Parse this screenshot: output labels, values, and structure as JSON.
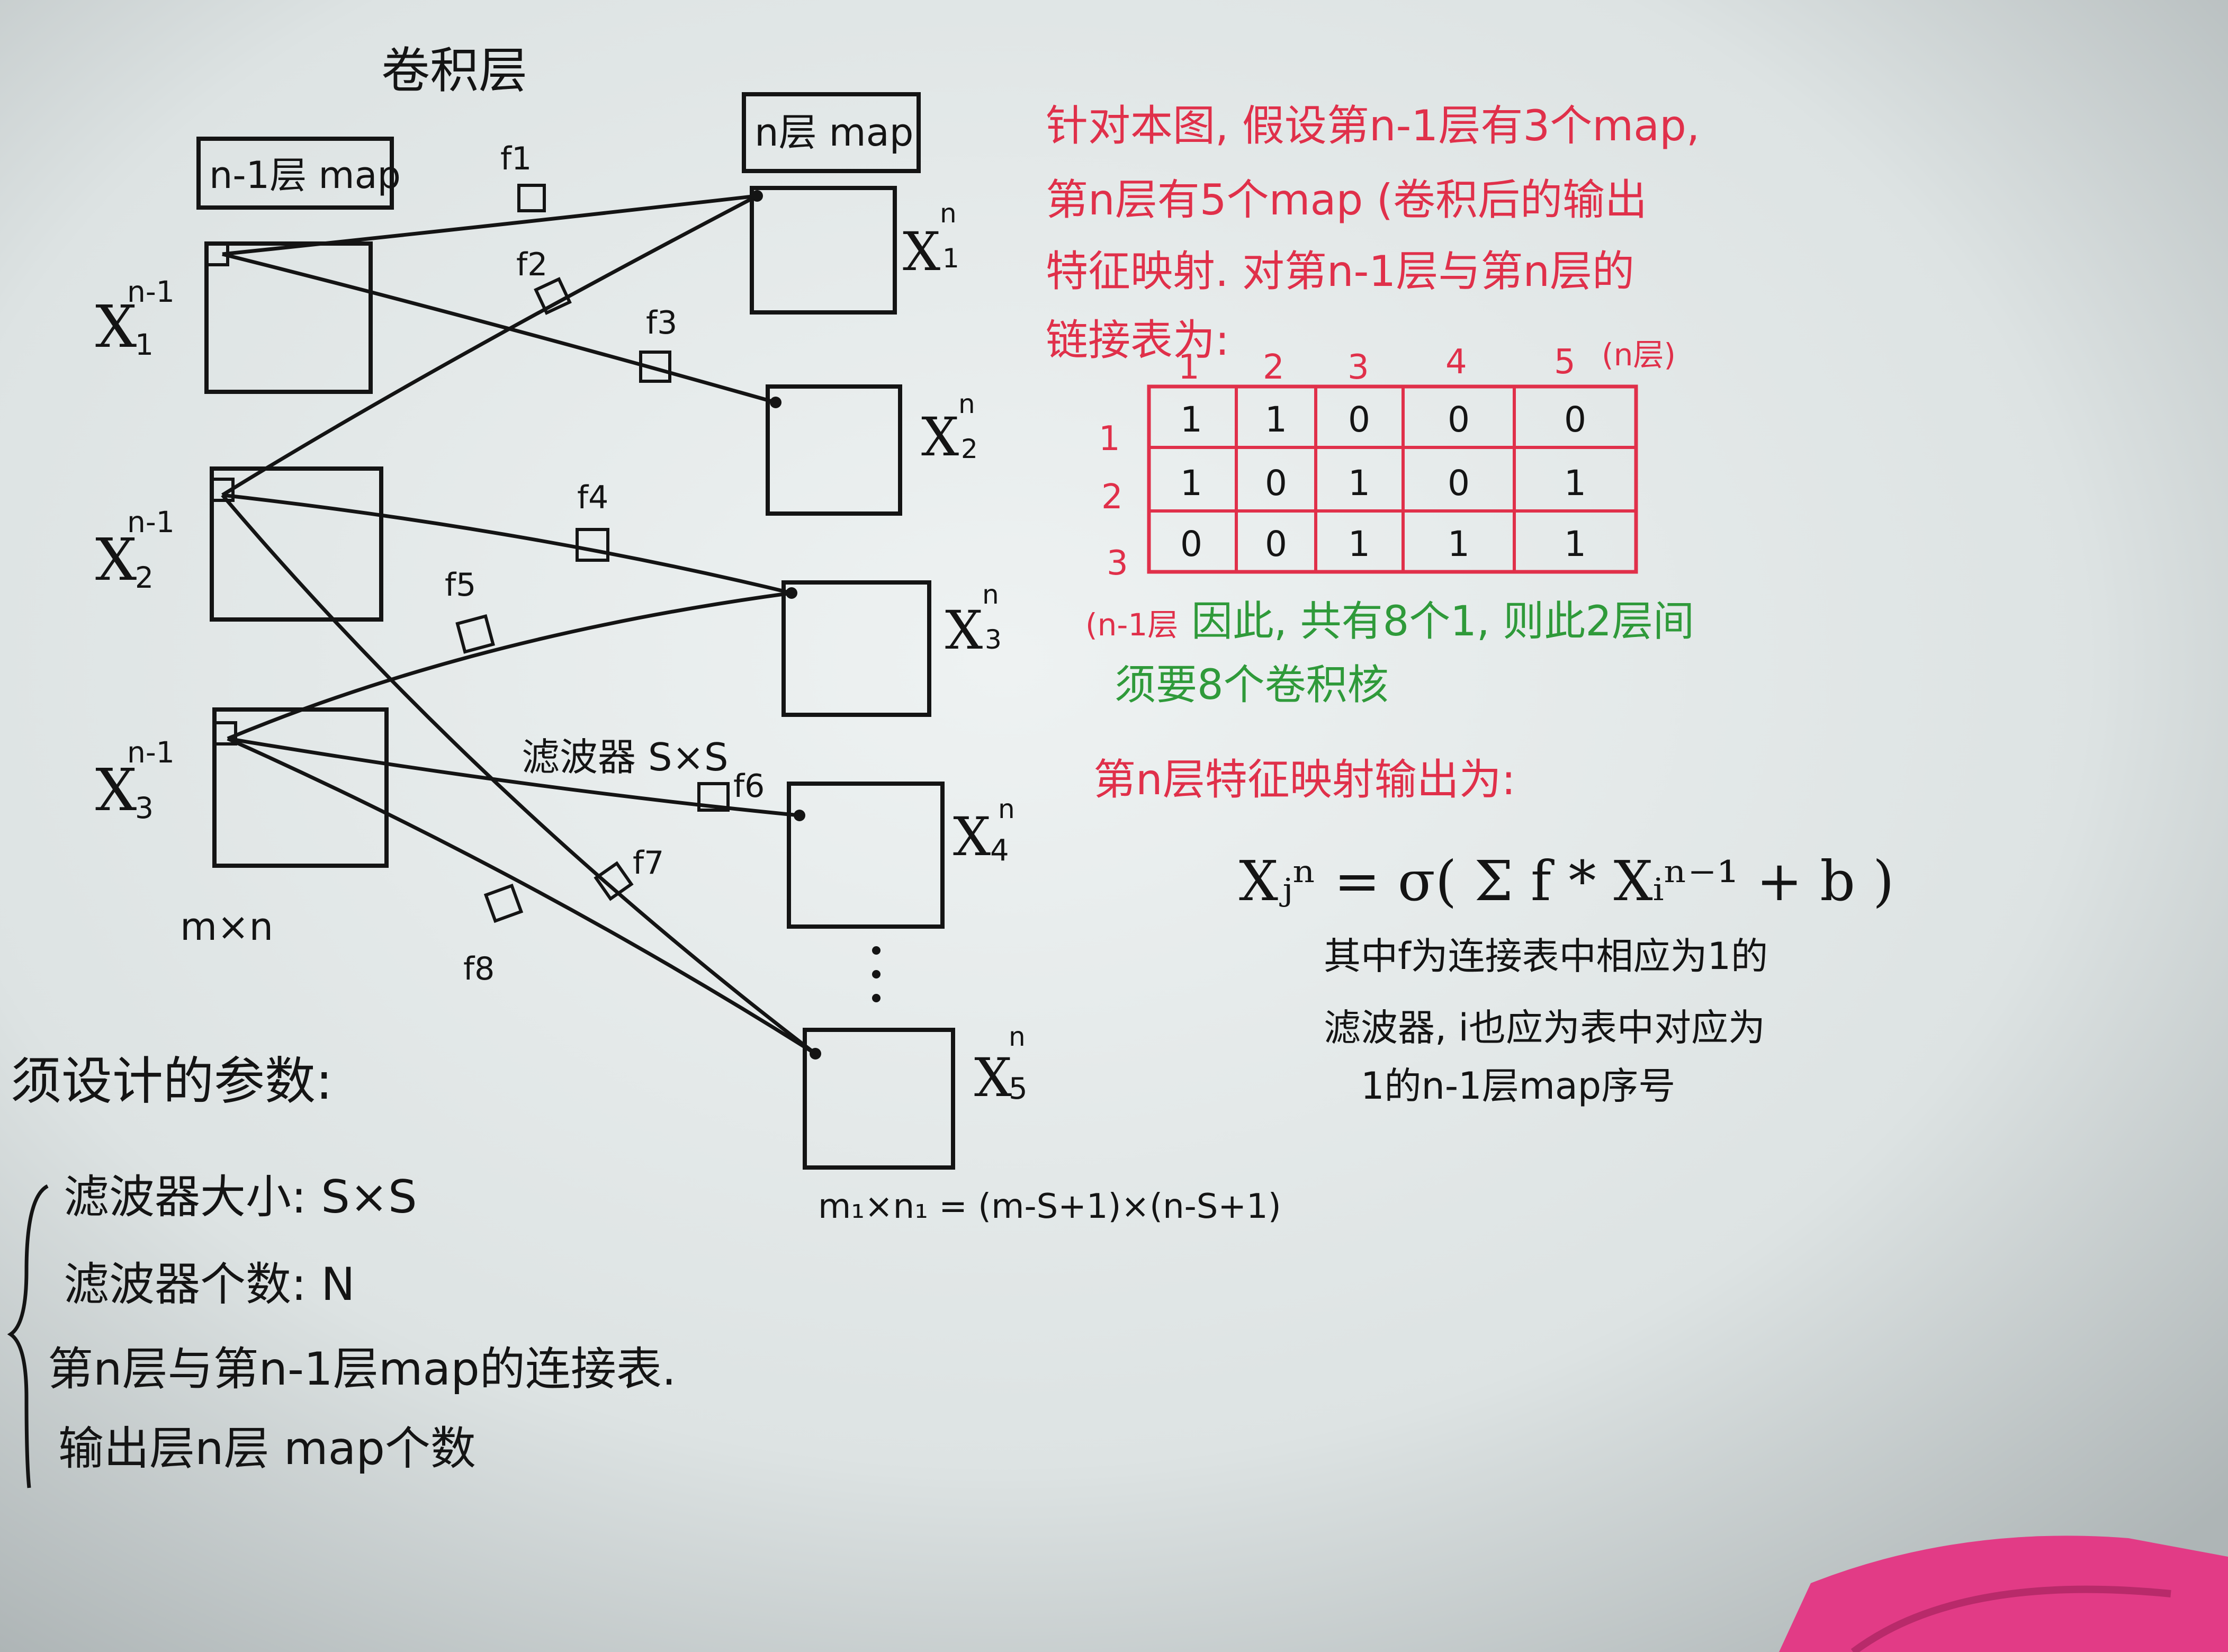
{
  "colors": {
    "ink": "#141414",
    "red": "#e0304a",
    "green": "#2f9a3a",
    "paper": "#e9eeee",
    "pink": "#e23b86"
  },
  "title": "卷积层",
  "layer_labels": {
    "prev": "n-1层 map",
    "next": "n层 map"
  },
  "prev_maps": {
    "base": "X",
    "sup": "n-1",
    "subs": [
      "1",
      "2",
      "3"
    ]
  },
  "next_maps": {
    "base": "X",
    "sup": "n",
    "subs": [
      "1",
      "2",
      "3",
      "4",
      "5"
    ]
  },
  "filters": [
    "f1",
    "f2",
    "f3",
    "f4",
    "f5",
    "f6",
    "f7",
    "f8"
  ],
  "filter_note": "滤波器 S×S",
  "size_in": "m×n",
  "size_out": "m₁×n₁ = (m-S+1)×(n-S+1)",
  "params": {
    "title": "须设计的参数:",
    "items": [
      "滤波器大小: S×S",
      "滤波器个数: N",
      "第n层与第n-1层map的连接表.",
      "输出层n层 map个数"
    ]
  },
  "red_note": [
    "针对本图, 假设第n-1层有3个map,",
    "第n层有5个map (卷积后的输出",
    "特征映射. 对第n-1层与第n层的",
    "链接表为:"
  ],
  "table": {
    "col_headers": [
      "1",
      "2",
      "3",
      "4",
      "5"
    ],
    "col_axis": "(n层)",
    "row_headers": [
      "1",
      "2",
      "3"
    ],
    "row_axis": "(n-1层",
    "rows": [
      [
        "1",
        "1",
        "0",
        "0",
        "0"
      ],
      [
        "1",
        "0",
        "1",
        "0",
        "1"
      ],
      [
        "0",
        "0",
        "1",
        "1",
        "1"
      ]
    ]
  },
  "green_note": [
    "因此, 共有8个1, 则此2层间",
    "须要8个卷积核"
  ],
  "formula_title": "第n层特征映射输出为:",
  "formula": "Xⱼⁿ = σ( Σ f * Xᵢⁿ⁻¹ + b )",
  "formula_note": [
    "其中f为连接表中相应为1的",
    "滤波器, i也应为表中对应为",
    "1的n-1层map序号"
  ]
}
